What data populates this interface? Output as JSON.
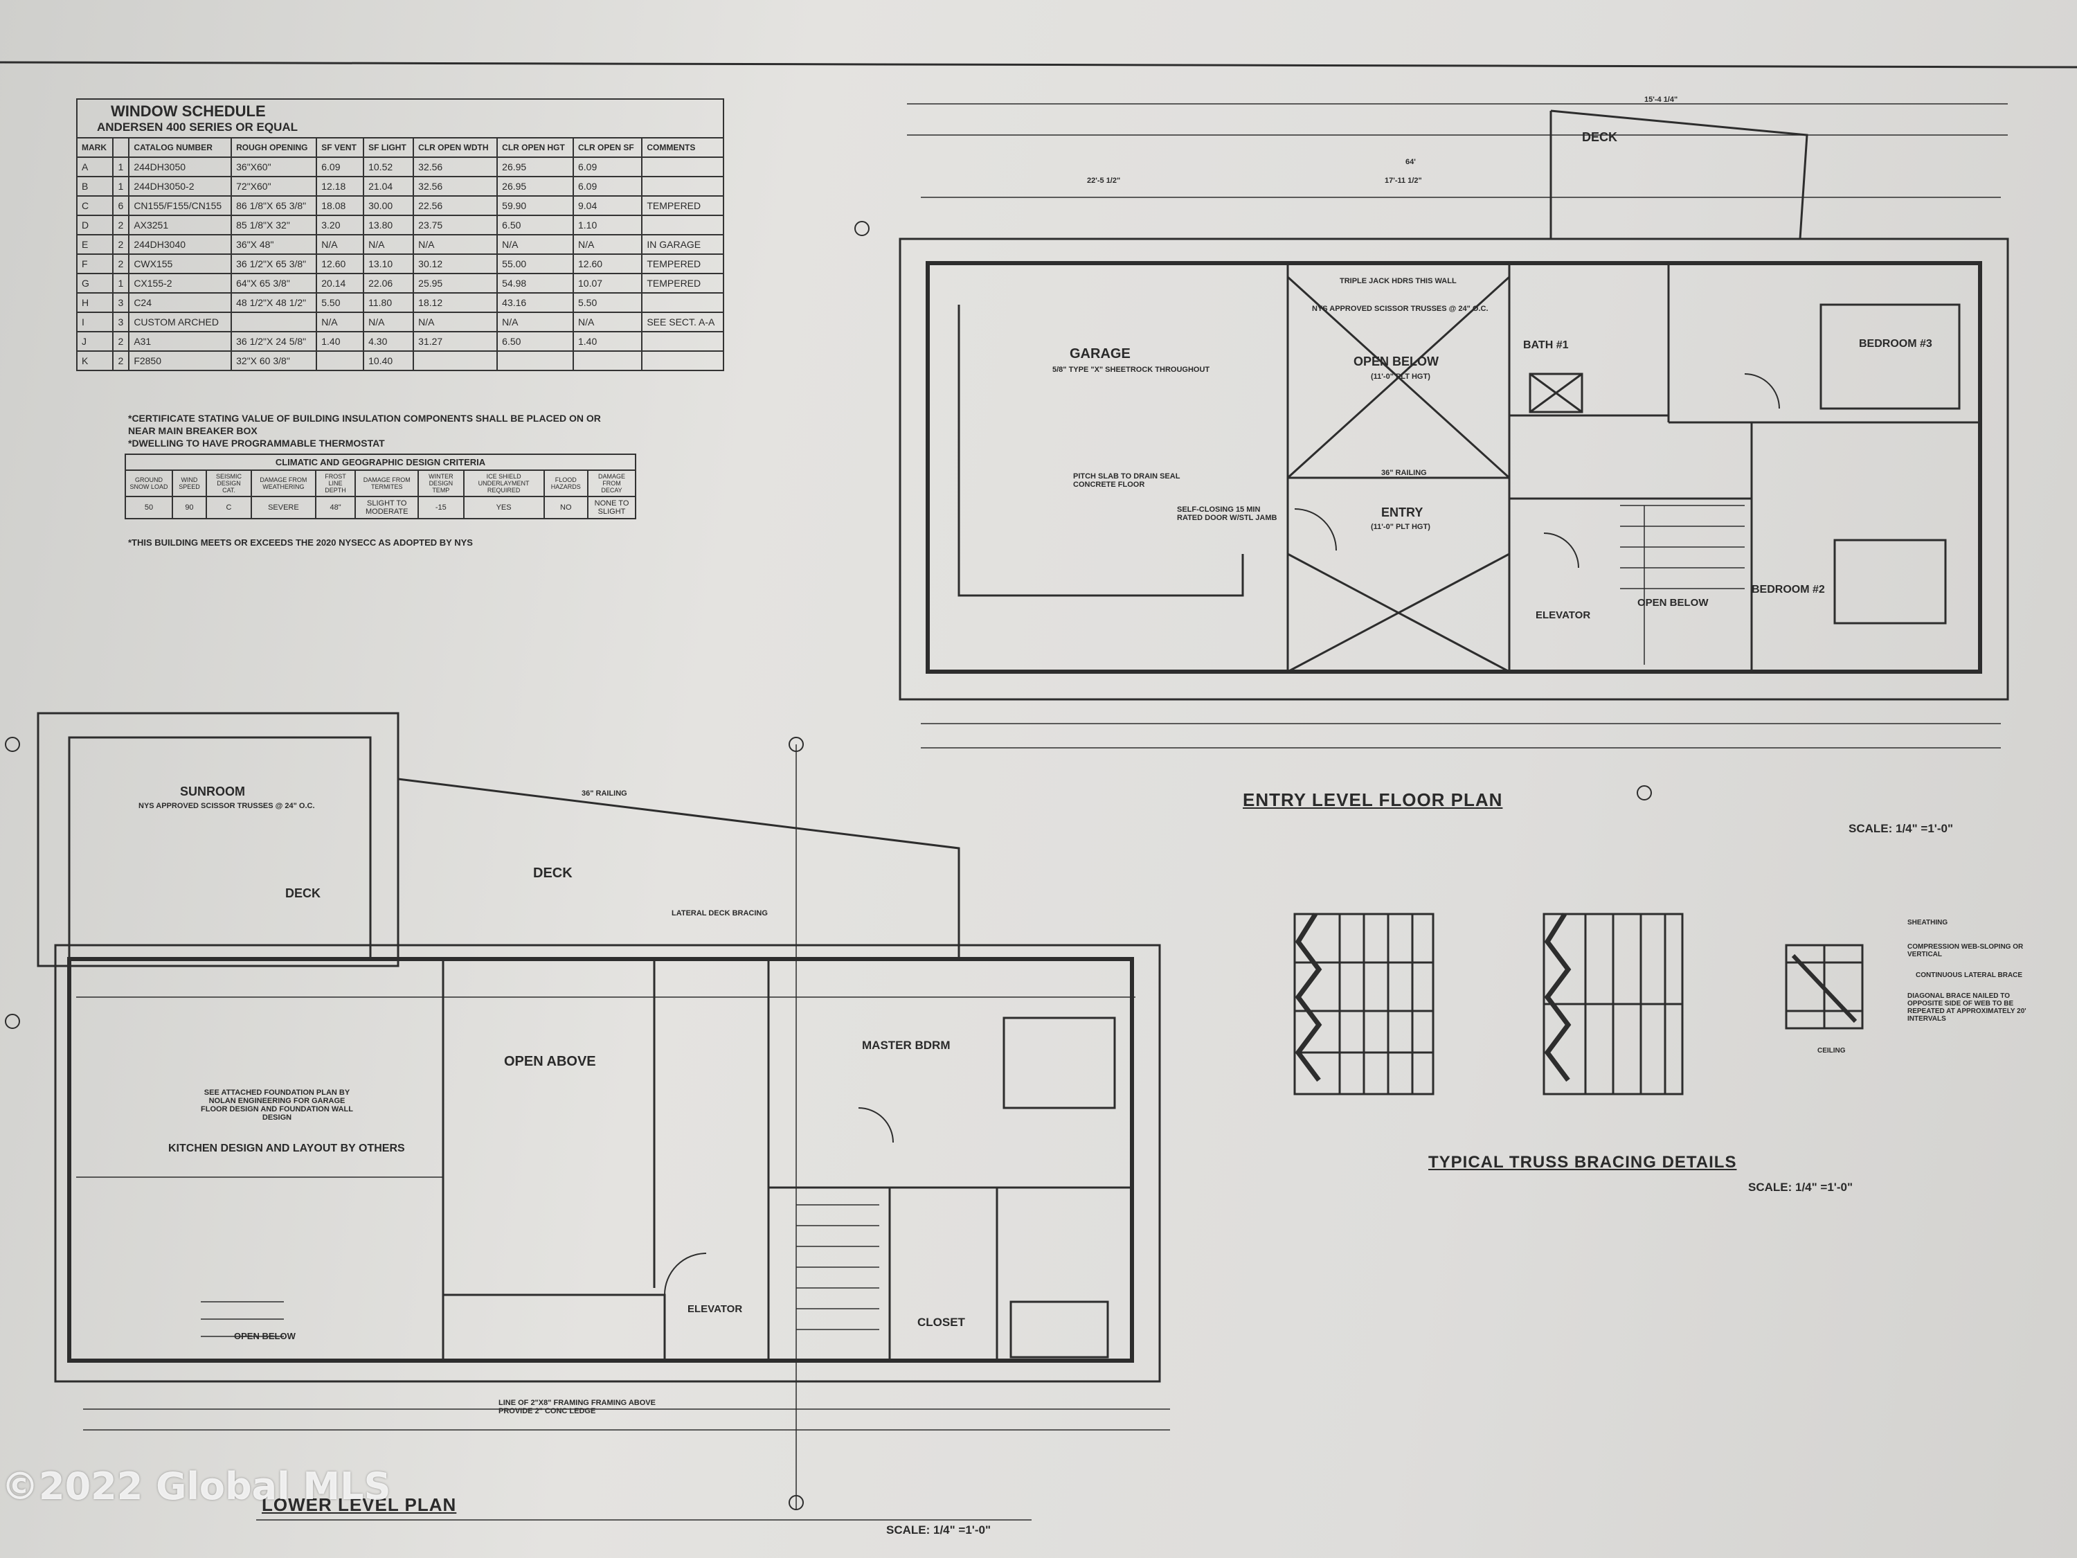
{
  "window_schedule": {
    "title": "WINDOW SCHEDULE",
    "subtitle": "ANDERSEN 400 SERIES OR EQUAL",
    "headers": [
      "MARK",
      "",
      "CATALOG NUMBER",
      "ROUGH OPENING",
      "SF VENT",
      "SF LIGHT",
      "CLR OPEN WDTH",
      "CLR OPEN HGT",
      "CLR OPEN SF",
      "COMMENTS"
    ],
    "rows": [
      [
        "A",
        "1",
        "244DH3050",
        "36\"X60\"",
        "6.09",
        "10.52",
        "32.56",
        "26.95",
        "6.09",
        ""
      ],
      [
        "B",
        "1",
        "244DH3050-2",
        "72\"X60\"",
        "12.18",
        "21.04",
        "32.56",
        "26.95",
        "6.09",
        ""
      ],
      [
        "C",
        "6",
        "CN155/F155/CN155",
        "86 1/8\"X 65 3/8\"",
        "18.08",
        "30.00",
        "22.56",
        "59.90",
        "9.04",
        "TEMPERED"
      ],
      [
        "D",
        "2",
        "AX3251",
        "85 1/8\"X 32\"",
        "3.20",
        "13.80",
        "23.75",
        "6.50",
        "1.10",
        ""
      ],
      [
        "E",
        "2",
        "244DH3040",
        "36\"X 48\"",
        "N/A",
        "N/A",
        "N/A",
        "N/A",
        "N/A",
        "IN GARAGE"
      ],
      [
        "F",
        "2",
        "CWX155",
        "36 1/2\"X 65 3/8\"",
        "12.60",
        "13.10",
        "30.12",
        "55.00",
        "12.60",
        "TEMPERED"
      ],
      [
        "G",
        "1",
        "CX155-2",
        "64\"X 65 3/8\"",
        "20.14",
        "22.06",
        "25.95",
        "54.98",
        "10.07",
        "TEMPERED"
      ],
      [
        "H",
        "3",
        "C24",
        "48 1/2\"X 48 1/2\"",
        "5.50",
        "11.80",
        "18.12",
        "43.16",
        "5.50",
        ""
      ],
      [
        "I",
        "3",
        "CUSTOM ARCHED",
        "",
        "N/A",
        "N/A",
        "N/A",
        "N/A",
        "N/A",
        "SEE SECT. A-A"
      ],
      [
        "J",
        "2",
        "A31",
        "36 1/2\"X 24 5/8\"",
        "1.40",
        "4.30",
        "31.27",
        "6.50",
        "1.40",
        ""
      ],
      [
        "K",
        "2",
        "F2850",
        "32\"X 60 3/8\"",
        "",
        "10.40",
        "",
        "",
        "",
        ""
      ]
    ]
  },
  "notes": {
    "cert": "*CERTIFICATE STATING VALUE OF BUILDING INSULATION COMPONENTS SHALL BE PLACED ON OR NEAR MAIN BREAKER BOX",
    "thermostat": "*DWELLING TO HAVE PROGRAMMABLE THERMOSTAT",
    "code": "*THIS BUILDING MEETS OR EXCEEDS THE 2020 NYSECC AS ADOPTED BY NYS"
  },
  "climate": {
    "title": "CLIMATIC AND GEOGRAPHIC DESIGN CRITERIA",
    "headers": [
      "GROUND SNOW LOAD",
      "WIND SPEED",
      "SEISMIC DESIGN CAT.",
      "DAMAGE FROM WEATHERING",
      "FROST LINE DEPTH",
      "DAMAGE FROM TERMITES",
      "WINTER DESIGN TEMP",
      "ICE SHIELD UNDERLAYMENT REQUIRED",
      "FLOOD HAZARDS",
      "DAMAGE FROM DECAY"
    ],
    "values": [
      "50",
      "90",
      "C",
      "SEVERE",
      "48\"",
      "SLIGHT TO MODERATE",
      "-15",
      "YES",
      "NO",
      "NONE TO SLIGHT"
    ]
  },
  "entry_plan": {
    "title": "ENTRY LEVEL FLOOR PLAN",
    "scale": "SCALE: 1/4\" =1'-0\"",
    "rooms": {
      "deck": "DECK",
      "garage": "GARAGE",
      "garage_note": "5/8\" TYPE \"X\" SHEETROCK THROUGHOUT",
      "open_below": "OPEN BELOW",
      "open_below_sub": "(11'-0\" PLT HGT)",
      "bath": "BATH #1",
      "bedroom3": "BEDROOM #3",
      "entry": "ENTRY",
      "entry_sub": "(11'-0\" PLT HGT)",
      "elevator": "ELEVATOR",
      "open_below2": "OPEN BELOW",
      "bedroom2": "BEDROOM #2"
    },
    "notes": {
      "trusses": "NYS APPROVED SCISSOR TRUSSES @ 24\" O.C.",
      "jack": "TRIPLE JACK HDRS THIS WALL",
      "slab": "PITCH SLAB TO DRAIN SEAL CONCRETE FLOOR",
      "door": "SELF-CLOSING 15 MIN RATED DOOR W/STL JAMB",
      "railing": "36\" RAILING"
    },
    "dims": {
      "total": "64'",
      "left": "22'-5 1/2\"",
      "mid": "17'-11 1/2\"",
      "deck_top": "15'-4 1/4\""
    }
  },
  "lower_plan": {
    "title": "LOWER LEVEL PLAN",
    "scale": "SCALE: 1/4\" =1'-0\"",
    "rooms": {
      "sunroom": "SUNROOM",
      "sunroom_note": "NYS APPROVED SCISSOR TRUSSES @ 24\" O.C.",
      "deck": "DECK",
      "deck2": "DECK",
      "open_above": "OPEN ABOVE",
      "master": "MASTER BDRM",
      "kitchen": "KITCHEN DESIGN AND LAYOUT BY OTHERS",
      "elevator": "ELEVATOR",
      "closet": "CLOSET",
      "open_below": "OPEN BELOW"
    },
    "notes": {
      "foundation": "SEE ATTACHED FOUNDATION PLAN BY NOLAN ENGINEERING FOR GARAGE FLOOR DESIGN AND FOUNDATION WALL DESIGN",
      "railing": "36\" RAILING",
      "bracing": "LATERAL DECK BRACING",
      "ledge": "LINE OF 2\"X8\" FRAMING FRAMING ABOVE PROVIDE 2\" CONC LEDGE"
    }
  },
  "truss": {
    "title": "TYPICAL TRUSS BRACING DETAILS",
    "scale": "SCALE: 1/4\" =1'-0\"",
    "labels": [
      "SHEATHING",
      "COMPRESSION WEB-SLOPING OR VERTICAL",
      "CONTINUOUS LATERAL BRACE",
      "DIAGONAL BRACE NAILED TO OPPOSITE SIDE OF WEB TO BE REPEATED AT APPROXIMATELY 20' INTERVALS",
      "CEILING"
    ]
  },
  "watermark": "©2022 Global MLS"
}
